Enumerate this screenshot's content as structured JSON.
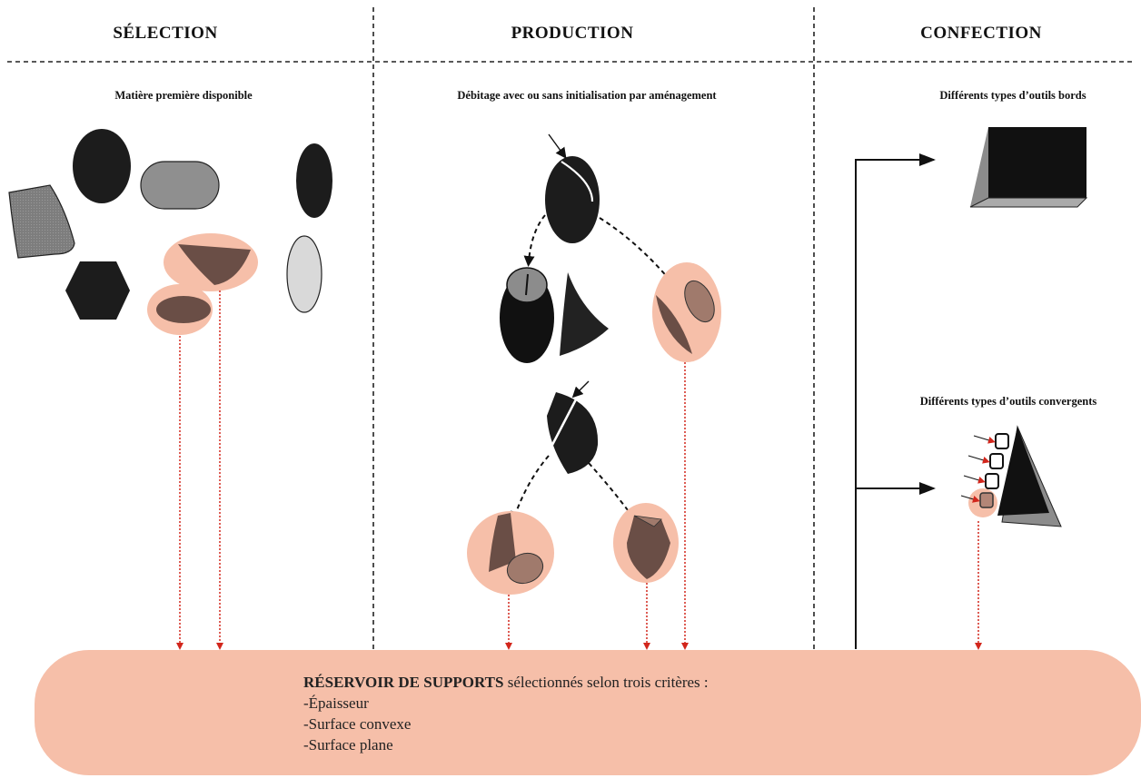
{
  "columns": {
    "selection": "SÉLECTION",
    "production": "PRODUCTION",
    "confection": "CONFECTION"
  },
  "subheads": {
    "matiere": "Matière première disponible",
    "debitage": "Débitage avec ou sans initialisation par aménagement",
    "outils_bords": "Différents types d’outils bords",
    "outils_convergents": "Différents types d’outils convergents"
  },
  "reservoir": {
    "title": "RÉSERVOIR DE SUPPORTS",
    "title_rest": " sélectionnés selon trois critères :",
    "criteria": [
      "-Épaisseur",
      "-Surface convexe",
      "-Surface plane"
    ]
  },
  "colors": {
    "pink": "#f6bfa9",
    "dark": "#1c1c1c",
    "brown": "#6a4e46",
    "arrow_red": "#d2261c"
  }
}
